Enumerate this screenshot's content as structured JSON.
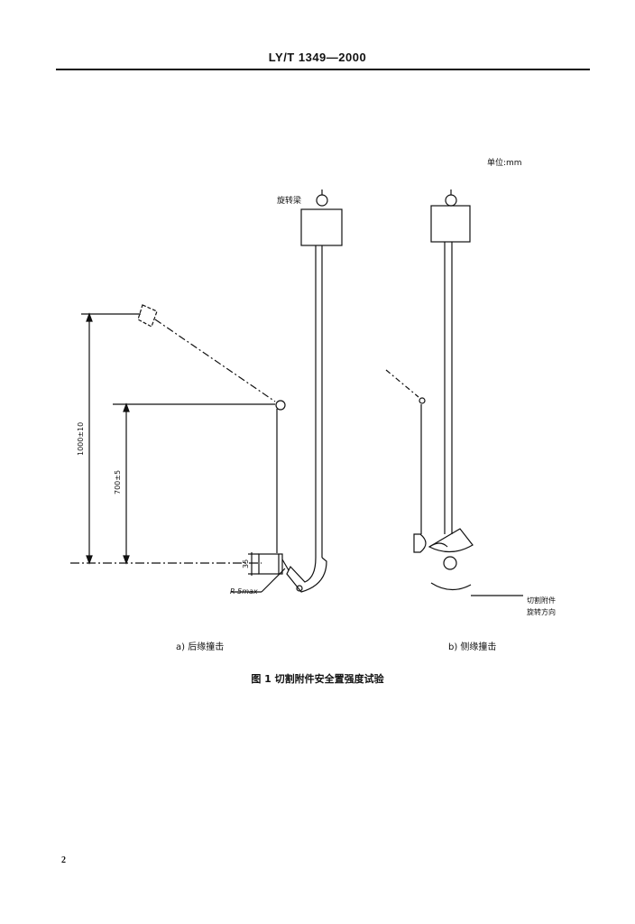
{
  "header": {
    "standard_code": "LY/T 1349—2000"
  },
  "figure": {
    "unit_label": "单位:mm",
    "beam_label": "旋转梁",
    "dim_1000": "1000±10",
    "dim_700": "700±5",
    "dim_35": "35",
    "radius_label": "R 5max",
    "rotation_label_line1": "切割附件",
    "rotation_label_line2": "旋转方向",
    "sub_a_caption": "a) 后缘撞击",
    "sub_b_caption": "b) 侧缘撞击",
    "figure_caption": "图 1    切割附件安全置强度试验"
  },
  "footer": {
    "page_number": "2"
  }
}
